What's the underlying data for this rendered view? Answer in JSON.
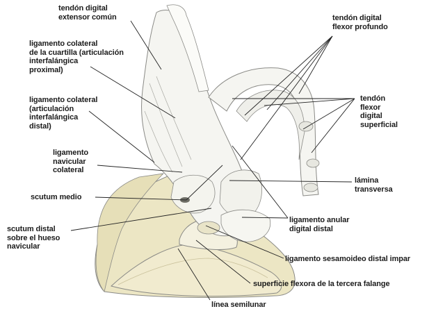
{
  "labels": {
    "extensor": "tendón digital\nextensor común",
    "flexor_profundo": "tendón digital\nflexor profundo",
    "lig_colateral_cuartilla": "ligamento colateral\nde la cuartilla (articulación\ninterfalángica\nproximal)",
    "flexor_superficial": "tendón\nflexor\ndigital\nsuperficial",
    "lig_colateral_distal": "ligamento colateral\n(articulación\ninterfalángica\ndistal)",
    "lig_navicular": "ligamento\nnavicular\ncolateral",
    "lamina": "lámina\ntransversa",
    "scutum_medio": "scutum medio",
    "scutum_distal": "scutum distal\nsobre el hueso\nnavicular",
    "lig_anular": "ligamento anular\ndigital distal",
    "lig_sesamoideo": "ligamento sesamoideo distal impar",
    "superficie_flexora": "superficie flexora de la tercera falange",
    "linea_semilunar": "línea semilunar"
  },
  "colors": {
    "hoof": "#ece6c4",
    "sole": "#f1ebcf",
    "tendon": "#f5f5f1",
    "outline": "#8a8a86",
    "leader": "#222222"
  }
}
